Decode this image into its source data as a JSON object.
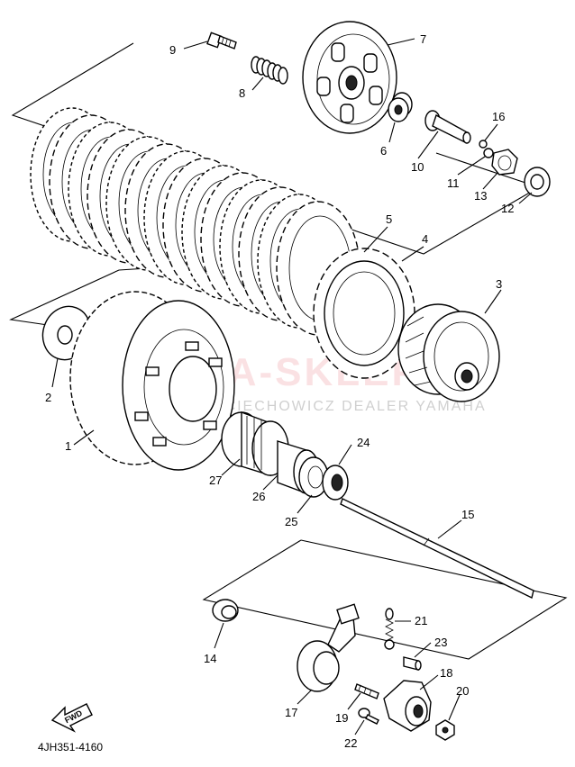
{
  "diagram": {
    "code": "4JH351-4160",
    "fwd_label": "FWD",
    "watermark": {
      "logo_text": "YAMA-SKLEP",
      "subtext": "WOJCIECHOWICZ DEALER YAMAHA"
    },
    "callouts": [
      {
        "id": "c1",
        "text": "1",
        "part": "primary-driven-gear"
      },
      {
        "id": "c2",
        "text": "2",
        "part": "thrust-plate-washer"
      },
      {
        "id": "c3",
        "text": "3",
        "part": "clutch-boss"
      },
      {
        "id": "c4",
        "text": "4",
        "part": "friction-plate"
      },
      {
        "id": "c5",
        "text": "5",
        "part": "clutch-plate"
      },
      {
        "id": "c6",
        "text": "6",
        "part": "bearing"
      },
      {
        "id": "c7",
        "text": "7",
        "part": "pressure-plate"
      },
      {
        "id": "c8",
        "text": "8",
        "part": "compression-spring"
      },
      {
        "id": "c9",
        "text": "9",
        "part": "bolt"
      },
      {
        "id": "c10",
        "text": "10",
        "part": "push-rod-1"
      },
      {
        "id": "c11",
        "text": "11",
        "part": "ball"
      },
      {
        "id": "c12",
        "text": "12",
        "part": "lock-washer"
      },
      {
        "id": "c13",
        "text": "13",
        "part": "nut"
      },
      {
        "id": "c14",
        "text": "14",
        "part": "oil-seal"
      },
      {
        "id": "c15",
        "text": "15",
        "part": "push-rod-2"
      },
      {
        "id": "c16",
        "text": "16",
        "part": "o-ring"
      },
      {
        "id": "c17",
        "text": "17",
        "part": "push-lever-shaft"
      },
      {
        "id": "c18",
        "text": "18",
        "part": "holder"
      },
      {
        "id": "c19",
        "text": "19",
        "part": "stud-bolt"
      },
      {
        "id": "c20",
        "text": "20",
        "part": "nut-small"
      },
      {
        "id": "c21",
        "text": "21",
        "part": "spring"
      },
      {
        "id": "c22",
        "text": "22",
        "part": "screw"
      },
      {
        "id": "c23",
        "text": "23",
        "part": "dowel-pin"
      },
      {
        "id": "c24",
        "text": "24",
        "part": "thrust-washer"
      },
      {
        "id": "c25",
        "text": "25",
        "part": "spacer"
      },
      {
        "id": "c26",
        "text": "26",
        "part": "collar"
      },
      {
        "id": "c27",
        "text": "27",
        "part": "needle-bearing"
      }
    ]
  }
}
